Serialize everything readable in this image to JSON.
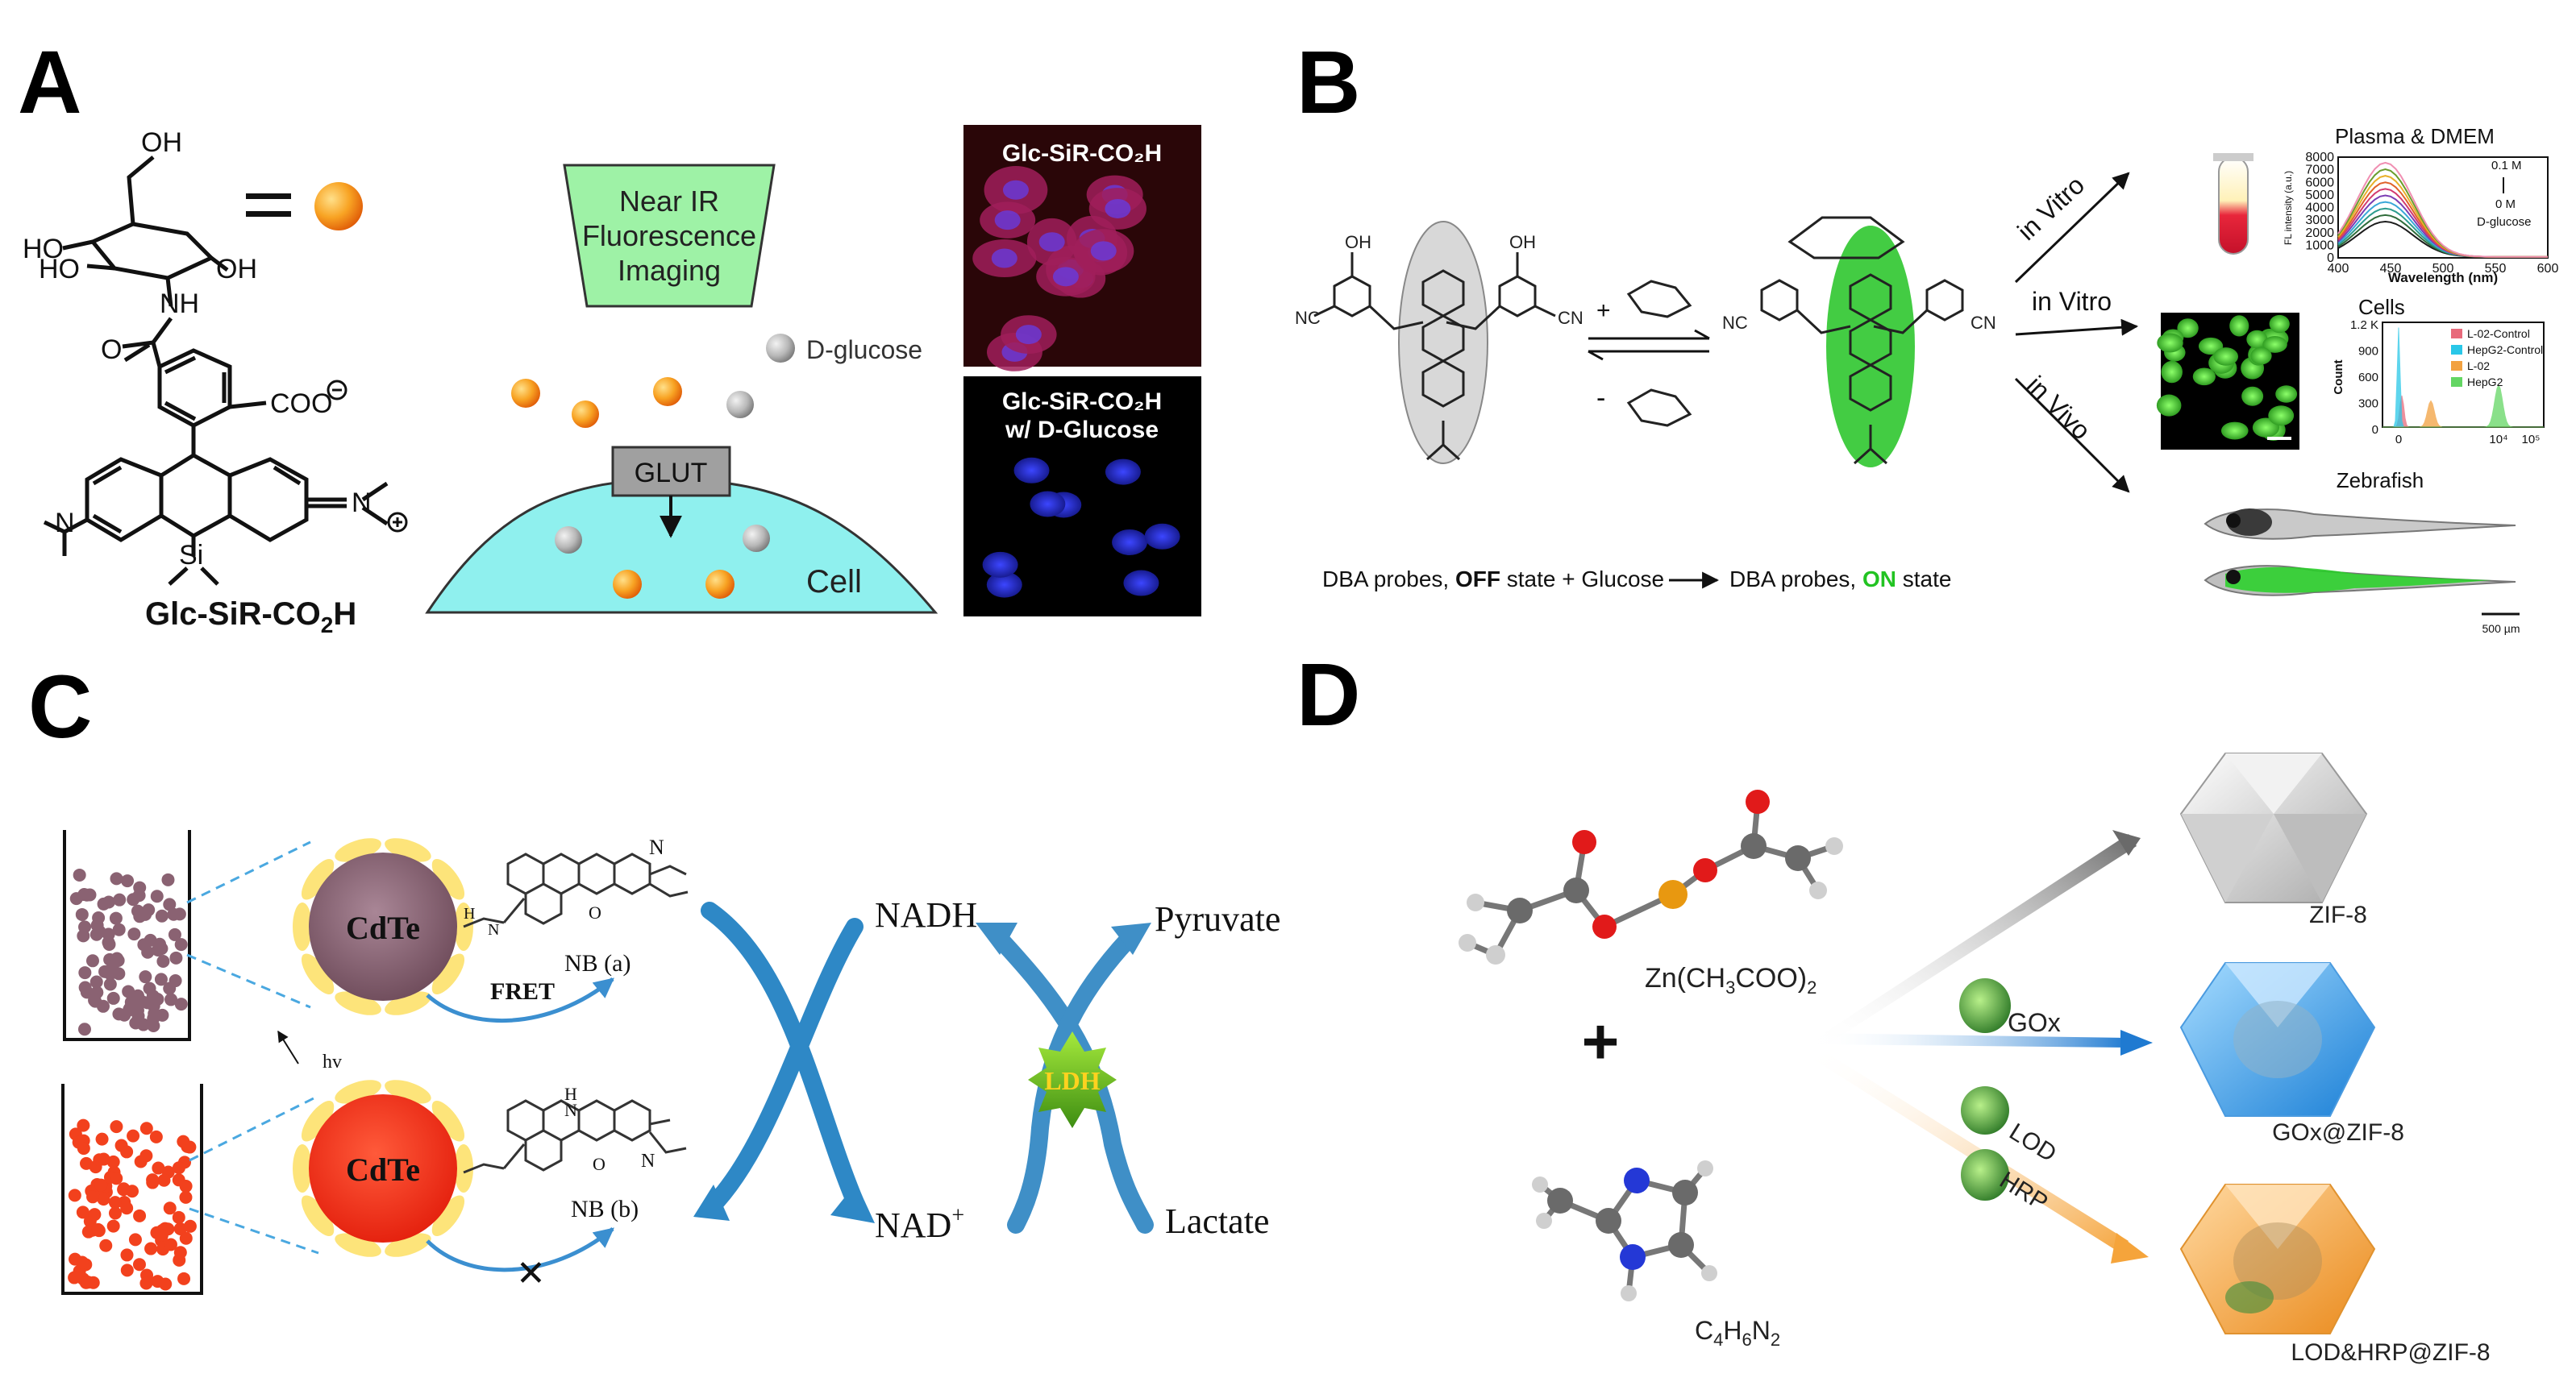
{
  "panels": {
    "a": {
      "letter": "A",
      "compound_name": "Glc-SiR-CO",
      "compound_sub": "2",
      "compound_tail": "H",
      "imaging_box": [
        "Near IR",
        "Fluorescence",
        "Imaging"
      ],
      "glucose_label": "D-glucose",
      "transporter": "GLUT",
      "cell_label": "Cell",
      "micro_top": "Glc-SiR-CO₂H",
      "micro_bottom_l1": "Glc-SiR-CO₂H",
      "micro_bottom_l2": "w/ D-Glucose",
      "struct_labels": {
        "oh": "OH",
        "ho1": "HO",
        "ho2": "HO",
        "oh2": "OH",
        "nh": "NH",
        "o": "O",
        "coo": "COO",
        "si": "Si",
        "n1": "N",
        "n2": "N"
      }
    },
    "b": {
      "letter": "B",
      "route_1": "in Vitro",
      "route_2": "in Vitro",
      "route_3": "in Vivo",
      "plasma_title": "Plasma & DMEM",
      "fl_ylabel": "FL intensity (a.u.)",
      "fl_xlabel": "Wavelength (nm)",
      "fl_yticks": [
        "8000",
        "7000",
        "6000",
        "5000",
        "4000",
        "3000",
        "2000",
        "1000",
        "0"
      ],
      "fl_xticks": [
        "400",
        "450",
        "500",
        "550",
        "600"
      ],
      "fl_note": [
        "0.1 M",
        "0 M",
        "D-glucose"
      ],
      "cells_title": "Cells",
      "count_ylabel": "Count",
      "count_yticks": [
        "1.2 K",
        "900",
        "600",
        "300",
        "0"
      ],
      "count_xticks": [
        "0",
        "10⁴",
        "10⁵"
      ],
      "legend": [
        "L-02-Control",
        "HepG2-Control",
        "L-02",
        "HepG2"
      ],
      "zebrafish_title": "Zebrafish",
      "scale_bar": "500 µm",
      "eq_part1": "DBA probes, ",
      "eq_off": "OFF",
      "eq_part2": " state  +  Glucose",
      "eq_part3": "DBA probes, ",
      "eq_on": "ON",
      "eq_part4": " state",
      "plus": "+",
      "minus": "-"
    },
    "c": {
      "letter": "C",
      "qd_top": "CdTe",
      "qd_bottom": "CdTe",
      "nb_a": "NB (a)",
      "nb_b": "NB (b)",
      "fret": "FRET",
      "hv": "hv",
      "blocked": "✕",
      "nadh": "NADH",
      "nad": "NAD",
      "nad_sup": "+",
      "pyruvate": "Pyruvate",
      "lactate": "Lactate",
      "enzyme": "LDH"
    },
    "d": {
      "letter": "D",
      "zn_salt": "Zn(CH",
      "zn_sub1": "3",
      "zn_mid": "COO)",
      "zn_sub2": "2",
      "imid_c": "C",
      "imid_sub1": "4",
      "imid_h": "H",
      "imid_sub2": "6",
      "imid_n": "N",
      "imid_sub3": "2",
      "plus": "+",
      "gox_label": "GOx",
      "lod_label": "LOD",
      "hrp_label": "HRP",
      "product_1": "ZIF-8",
      "product_2": "GOx@ZIF-8",
      "product_3": "LOD&HRP@ZIF-8"
    }
  },
  "colors": {
    "probe_orange": "#f58a16",
    "cell_cyan": "#8ff0ee",
    "imaging_green": "#9ef2a6",
    "arrow_blue": "#2e88c6",
    "ldh_green": "#63b31e",
    "on_green": "#22c322",
    "gox_blue": "#2a8fe0",
    "lod_orange": "#f2a33a"
  }
}
